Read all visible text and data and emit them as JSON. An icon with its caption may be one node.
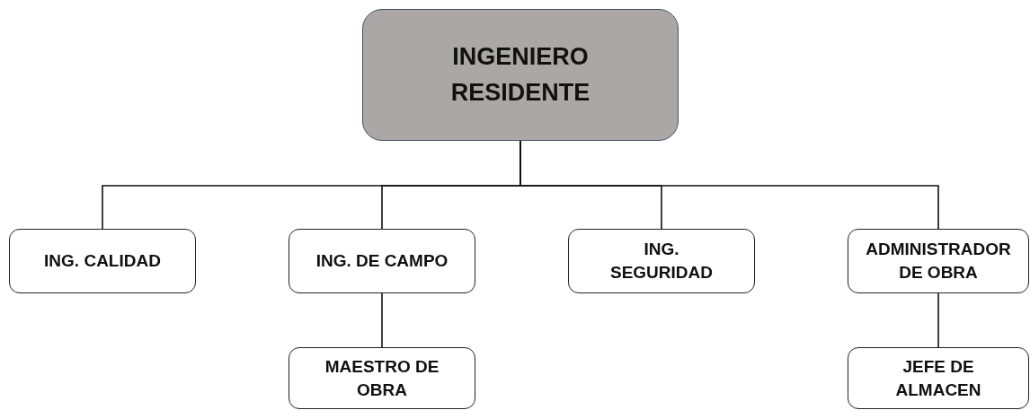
{
  "diagram": {
    "nodes": [
      {
        "text": [
          "INGENIERO RESIDENTE"
        ]
      },
      {
        "text": [
          "ING. CALIDAD"
        ]
      },
      {
        "text": [
          "ING. DE CAMPO"
        ]
      },
      {
        "text": [
          "ING. SEGURIDAD"
        ]
      },
      {
        "text": [
          "ADMINISTRADOR DE OBRA"
        ]
      },
      {
        "text": [
          "MAESTRO DE OBRA"
        ]
      },
      {
        "text": [
          "JEFE DE ALMACEN"
        ]
      }
    ],
    "edges": [
      {
        "from": 0,
        "to": 1,
        "arrow": "none"
      },
      {
        "from": 0,
        "to": 2,
        "arrow": "none"
      },
      {
        "from": 0,
        "to": 3,
        "arrow": "none"
      },
      {
        "from": 0,
        "to": 4,
        "arrow": "none"
      },
      {
        "from": 2,
        "to": 5,
        "arrow": "none"
      },
      {
        "from": 4,
        "to": 6,
        "arrow": "none"
      }
    ]
  }
}
